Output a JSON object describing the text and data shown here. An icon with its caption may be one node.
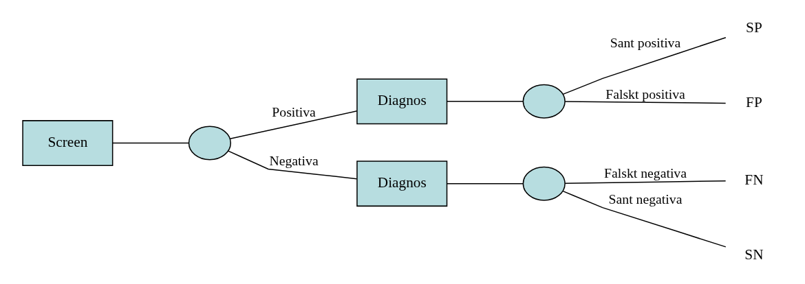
{
  "diagram": {
    "nodes": [
      {
        "text": [
          "Screen"
        ]
      },
      {
        "text": [],
        "shape": "circle"
      },
      {
        "text": [
          "Diagnos"
        ]
      },
      {
        "text": [
          "Diagnos"
        ]
      },
      {
        "text": [],
        "shape": "circle"
      },
      {
        "text": [
          "SP"
        ]
      },
      {
        "text": [
          "FP"
        ]
      },
      {
        "text": [],
        "shape": "circle"
      },
      {
        "text": [
          "FN"
        ]
      },
      {
        "text": [
          "SN"
        ]
      }
    ],
    "edges": [
      {
        "from": 0,
        "to": 1,
        "arrow": "none"
      },
      {
        "from": 1,
        "to": 2,
        "arrow": "none",
        "label": "Positiva"
      },
      {
        "from": 1,
        "to": 3,
        "arrow": "none",
        "label": "Negativa"
      },
      {
        "from": 2,
        "to": 4,
        "arrow": "none"
      },
      {
        "from": 3,
        "to": 7,
        "arrow": "none"
      },
      {
        "from": 4,
        "to": 5,
        "arrow": "none",
        "label": "Sant positiva"
      },
      {
        "from": 4,
        "to": 6,
        "arrow": "none",
        "label": "Falskt positiva"
      },
      {
        "from": 7,
        "to": 8,
        "arrow": "none",
        "label": "Falskt negativa"
      },
      {
        "from": 7,
        "to": 9,
        "arrow": "none",
        "label": "Sant negativa"
      }
    ]
  }
}
